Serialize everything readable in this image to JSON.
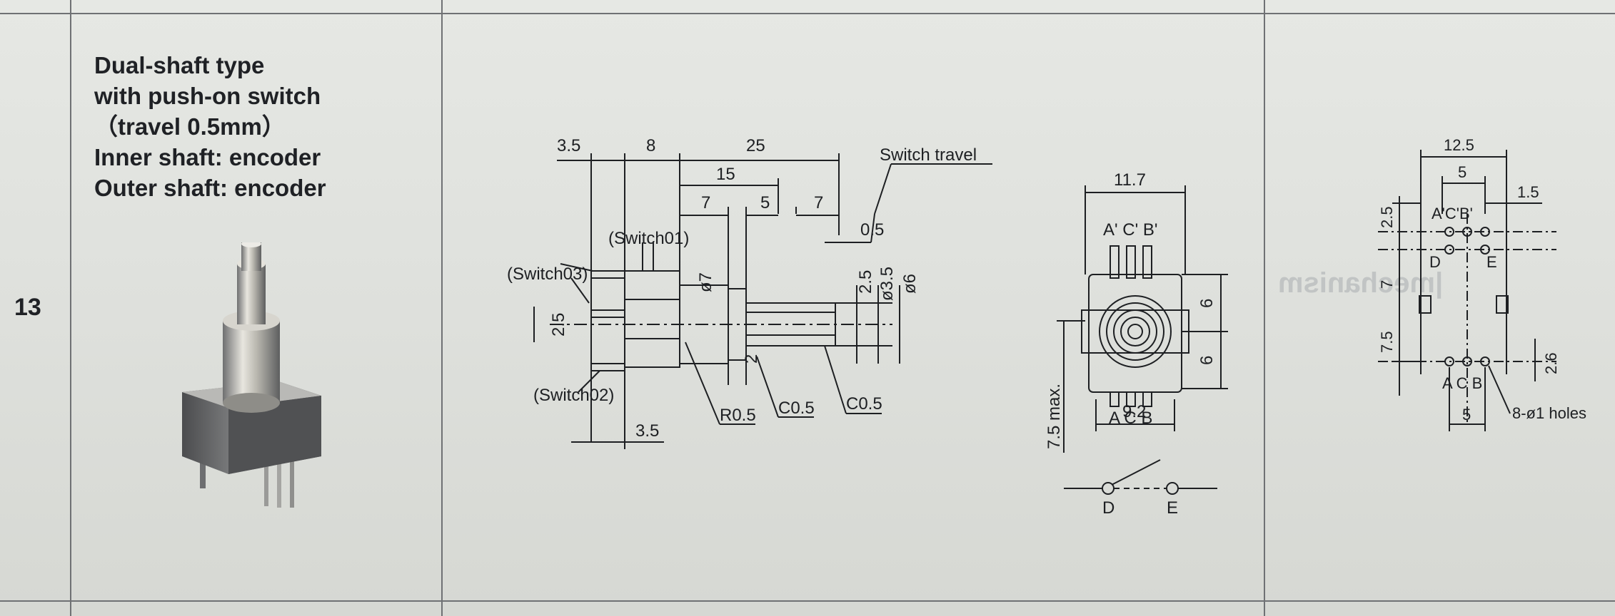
{
  "row_number": "13",
  "title_lines": [
    "Dual-shaft type",
    "with push-on switch",
    "（travel 0.5mm）",
    "Inner shaft: encoder",
    "Outer shaft: encoder"
  ],
  "side_view": {
    "dim_3_5_top": "3.5",
    "dim_8": "8",
    "dim_25": "25",
    "dim_15": "15",
    "dim_7_a": "7",
    "dim_5": "5",
    "dim_7_b": "7",
    "dim_0_5": "0.5",
    "switch_travel": "Switch travel",
    "switch01": "(Switch01)",
    "switch03": "(Switch03)",
    "switch02": "(Switch02)",
    "dim_2_5_left": "2.5",
    "dia_7": "ø7",
    "dim_2_5_right": "2.5",
    "dia_3_5": "ø3.5",
    "dia_6": "ø6",
    "dim_2": "2",
    "r0_5": "R0.5",
    "c0_5_a": "C0.5",
    "c0_5_b": "C0.5",
    "dim_3_5_bottom": "3.5"
  },
  "front_view": {
    "dim_11_7": "11.7",
    "top_pins": "A' C' B'",
    "bottom_pins": "A C B",
    "dim_6_top": "6",
    "dim_6_bottom": "6",
    "dim_7_5_max": "7.5 max.",
    "dim_9_2": "9.2",
    "switch_d": "D",
    "switch_e": "E"
  },
  "pcb_layout": {
    "dim_12_5": "12.5",
    "dim_5_top": "5",
    "dim_1_5": "1.5",
    "dim_2_5": "2.5",
    "top_pins": "A'C'B'",
    "pin_d": "D",
    "pin_e": "E",
    "dim_7": "7",
    "dim_7_5": "7.5",
    "dim_2_6": "2.6",
    "bottom_pins": "A C B",
    "dim_5_bottom": "5",
    "holes": "8-ø1 holes"
  }
}
